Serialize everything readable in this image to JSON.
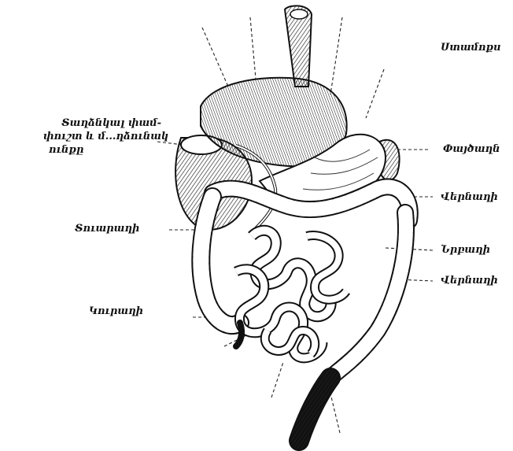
{
  "labels": {
    "esophagus": "Ստամոքս",
    "liver_gallbladder": [
      "Տաղձնկալ փամ-",
      "փուշտ և մ...ղձունակ",
      "ունքը"
    ],
    "pancreas": "Փայծաղն",
    "colon_upper_right": "Վերնաղի",
    "duodenum": "Տուարաղի",
    "small_intestine": "Նրբաղի",
    "colon_lower_right": "Վերնաղի",
    "appendix": "Կուրաղի"
  }
}
